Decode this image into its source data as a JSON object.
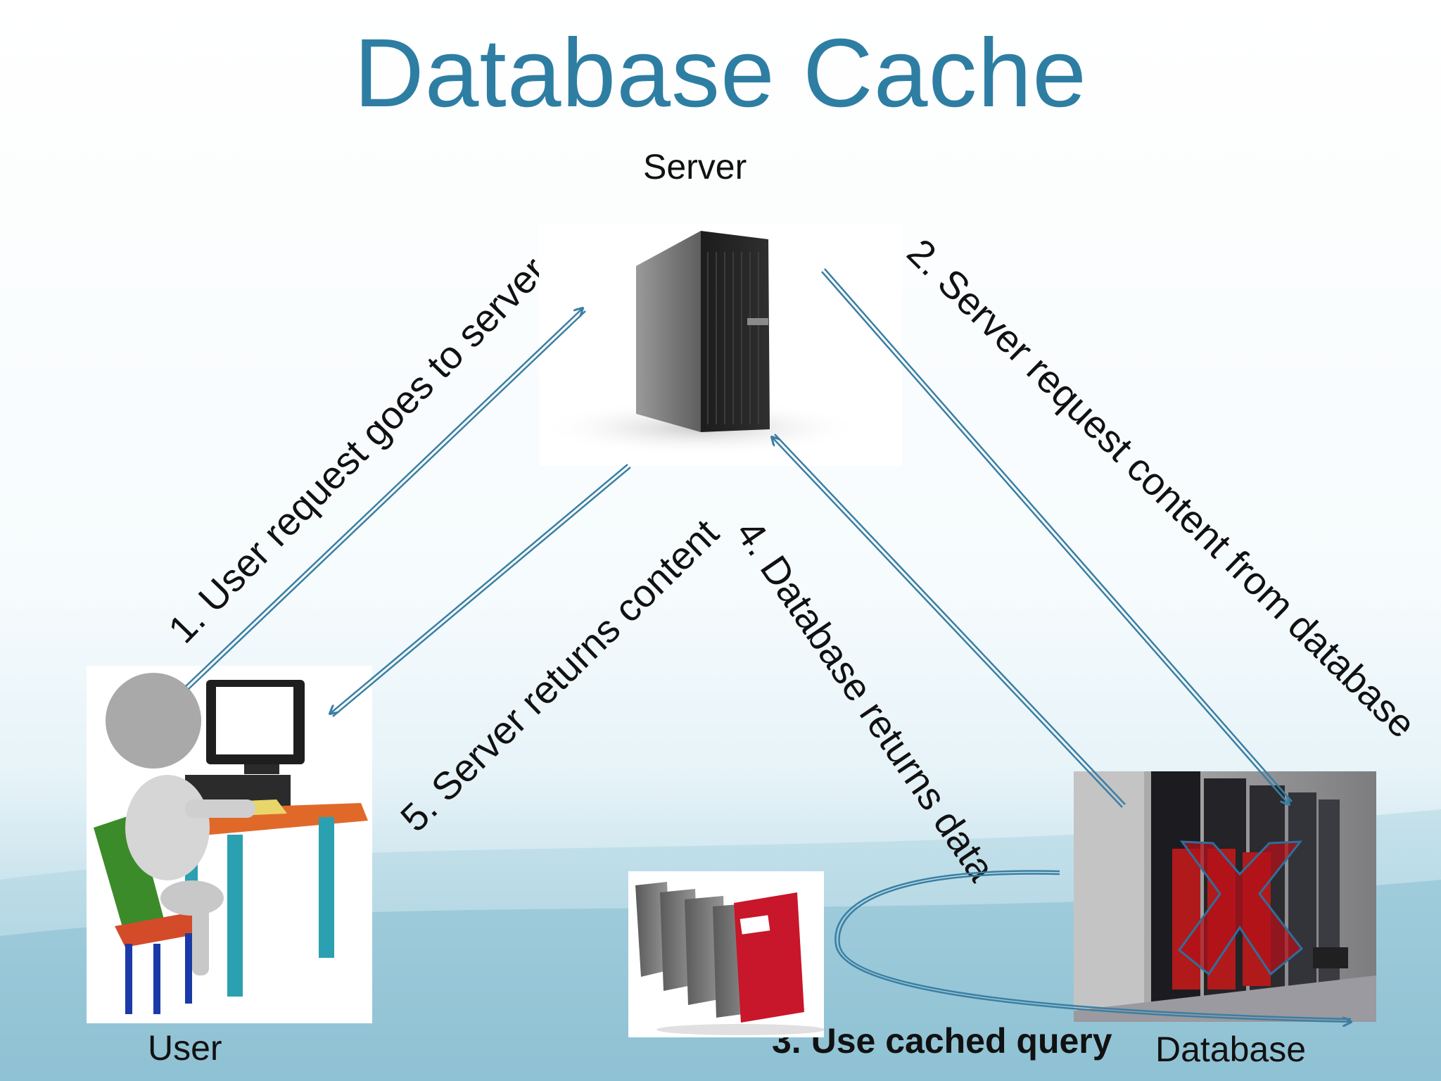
{
  "title": "Database Cache",
  "nodes": {
    "server": "Server",
    "user": "User",
    "database": "Database"
  },
  "steps": {
    "s1": "1. User request goes to server",
    "s2": "2. Server request content from database",
    "s3": "3. Use cached query",
    "s4": "4. Database returns data",
    "s5": "5. Server returns content"
  },
  "colors": {
    "title": "#2e7ea3",
    "arrow": "#3b7fa3",
    "cross": "#b3121a"
  }
}
